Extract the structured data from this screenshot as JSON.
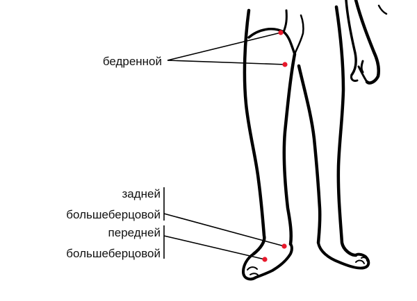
{
  "labels": {
    "femoral": "бедренной",
    "posterior_line1": "задней",
    "posterior_line2": "большеберцовой",
    "anterior_line1": "передней",
    "anterior_line2": "большеберцовой"
  },
  "colors": {
    "outline": "#000000",
    "marker": "#e8192c",
    "text": "#111111"
  }
}
